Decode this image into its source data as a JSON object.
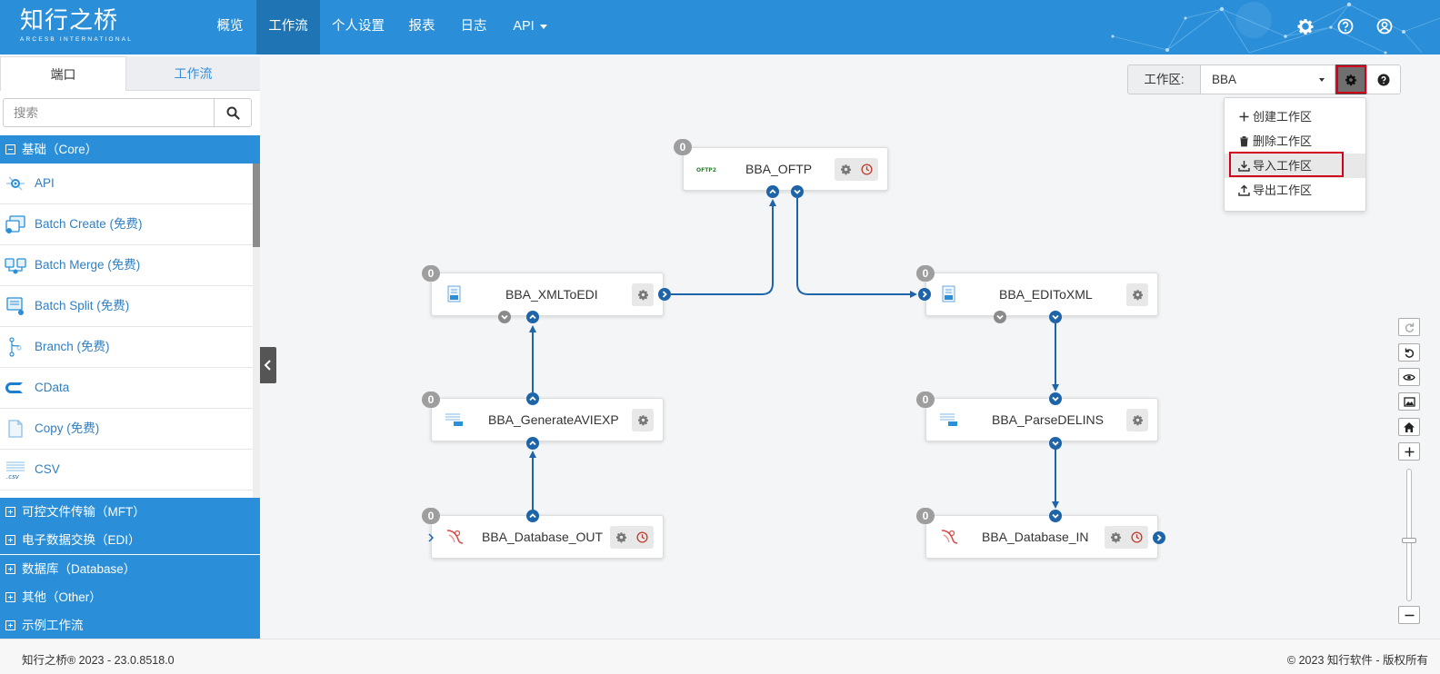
{
  "brand": {
    "logo_cn": "知行之桥",
    "logo_en": "ARCESB INTERNATIONAL"
  },
  "nav": {
    "items": [
      {
        "label": "概览"
      },
      {
        "label": "工作流",
        "active": true
      },
      {
        "label": "个人设置"
      },
      {
        "label": "报表"
      },
      {
        "label": "日志"
      },
      {
        "label": "API",
        "dropdown": true
      }
    ],
    "right_icons": [
      "gear-icon",
      "help-icon",
      "user-icon"
    ]
  },
  "sidebar": {
    "tabs": [
      {
        "label": "端口",
        "active": true
      },
      {
        "label": "工作流"
      }
    ],
    "search": {
      "placeholder": "搜索",
      "value": ""
    },
    "categories": [
      {
        "label": "基础（Core）",
        "expanded": true
      },
      {
        "label": "可控文件传输（MFT）"
      },
      {
        "label": "电子数据交换（EDI）"
      },
      {
        "label": "数据库（Database）"
      },
      {
        "label": "其他（Other）"
      },
      {
        "label": "示例工作流"
      }
    ],
    "ports": [
      {
        "label": "API",
        "icon": "api-icon"
      },
      {
        "label": "Batch Create (免费)",
        "icon": "batch-create-icon"
      },
      {
        "label": "Batch Merge (免费)",
        "icon": "batch-merge-icon"
      },
      {
        "label": "Batch Split (免费)",
        "icon": "batch-split-icon"
      },
      {
        "label": "Branch (免费)",
        "icon": "branch-icon"
      },
      {
        "label": "CData",
        "icon": "cdata-icon"
      },
      {
        "label": "Copy (免费)",
        "icon": "copy-icon"
      },
      {
        "label": "CSV",
        "icon": "csv-icon"
      }
    ]
  },
  "workspace": {
    "label": "工作区:",
    "selected": "BBA",
    "menu": [
      {
        "label": "创建工作区",
        "icon": "plus-icon"
      },
      {
        "label": "删除工作区",
        "icon": "trash-icon"
      },
      {
        "label": "导入工作区",
        "icon": "download-icon",
        "highlighted": true
      },
      {
        "label": "导出工作区",
        "icon": "upload-icon"
      }
    ]
  },
  "flow": {
    "nodes": [
      {
        "name": "BBA_OFTP",
        "count": "0",
        "icon": "oftp-icon",
        "icon_text": "OFTP2",
        "has_clock": true
      },
      {
        "name": "BBA_XMLToEDI",
        "count": "0",
        "icon": "xml-edi-icon",
        "has_clock": false
      },
      {
        "name": "BBA_EDIToXML",
        "count": "0",
        "icon": "edi-xml-icon",
        "has_clock": false
      },
      {
        "name": "BBA_GenerateAVIEXP",
        "count": "0",
        "icon": "generate-icon",
        "has_clock": false
      },
      {
        "name": "BBA_ParseDELINS",
        "count": "0",
        "icon": "parse-icon",
        "has_clock": false
      },
      {
        "name": "BBA_Database_OUT",
        "count": "0",
        "icon": "database-icon",
        "has_clock": true
      },
      {
        "name": "BBA_Database_IN",
        "count": "0",
        "icon": "database-icon",
        "has_clock": true
      }
    ]
  },
  "footer": {
    "left": "知行之桥® 2023 - 23.0.8518.0",
    "right": "© 2023 知行软件 - 版权所有"
  },
  "colors": {
    "nav_bg": "#2a8fd8",
    "nav_active": "#1f74b4",
    "link": "#2f7fc2",
    "connector": "#1e64a8",
    "highlight": "#d0021b"
  }
}
